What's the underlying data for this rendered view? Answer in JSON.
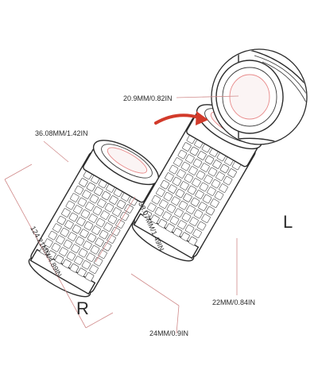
{
  "figure": {
    "right_grip": {
      "side_letter": "R",
      "length_label": "124.21MM/4.89IN",
      "end_diameter_label": "36.08MM/1.42IN",
      "body_diameter_label": "38.07MM/1.49IN",
      "inner_diameter_label": "24MM/0.9IN"
    },
    "left_grip": {
      "side_letter": "L",
      "inner_diameter_label": "22MM/0.84IN"
    },
    "detail_callout": {
      "label": "20.9MM/0.82IN"
    }
  },
  "colors": {
    "outline": "#2b2b2b",
    "dimension_line": "#d08a8a",
    "arrow": "#d23a2a",
    "inner_ring": "#e88a8a"
  }
}
